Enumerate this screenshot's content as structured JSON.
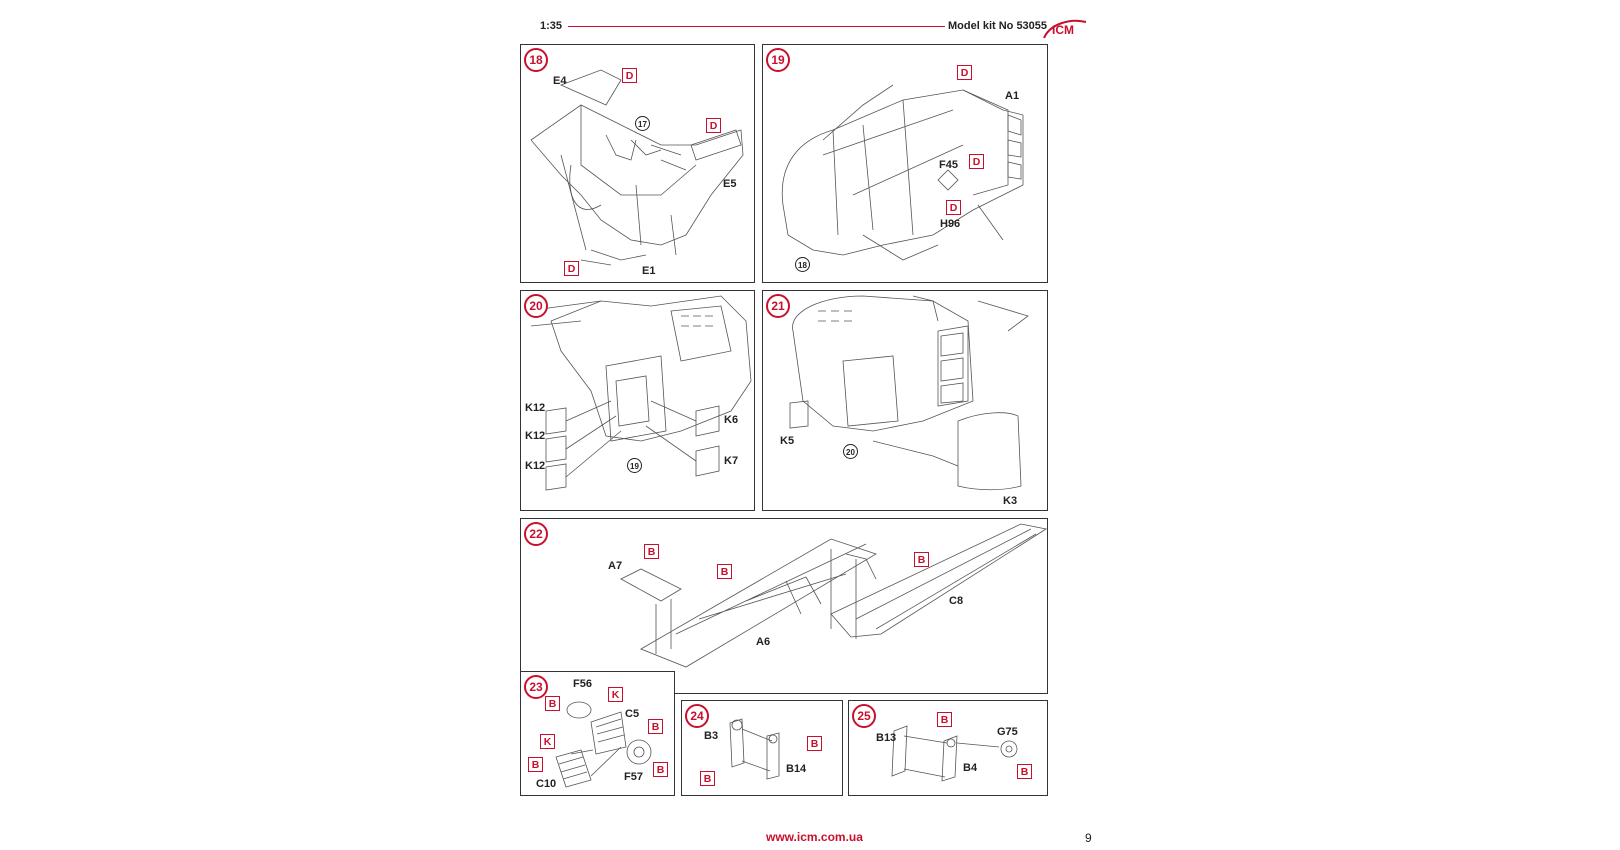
{
  "header": {
    "scale": "1:35",
    "kit_label": "Model kit No 53055",
    "logo_text": "ICM"
  },
  "steps": {
    "s18": {
      "num": "18",
      "E4": "E4",
      "E5": "E5",
      "E1": "E1",
      "D": "D",
      "ref": "17"
    },
    "s19": {
      "num": "19",
      "A1": "A1",
      "F45": "F45",
      "H96": "H96",
      "D": "D",
      "ref": "18"
    },
    "s20": {
      "num": "20",
      "K12": "K12",
      "K6": "K6",
      "K7": "K7",
      "ref": "19"
    },
    "s21": {
      "num": "21",
      "K5": "K5",
      "K3": "K3",
      "ref": "20"
    },
    "s22": {
      "num": "22",
      "A7": "A7",
      "A6": "A6",
      "C8": "C8",
      "B": "B"
    },
    "s23": {
      "num": "23",
      "F56": "F56",
      "C5": "C5",
      "C10": "C10",
      "F57": "F57",
      "B": "B",
      "K": "K"
    },
    "s24": {
      "num": "24",
      "B3": "B3",
      "B14": "B14",
      "B": "B"
    },
    "s25": {
      "num": "25",
      "B13": "B13",
      "B4": "B4",
      "G75": "G75",
      "B": "B"
    }
  },
  "footer": {
    "url": "www.icm.com.ua",
    "page": "9"
  },
  "colors": {
    "accent": "#c8102e",
    "line": "#333333"
  }
}
